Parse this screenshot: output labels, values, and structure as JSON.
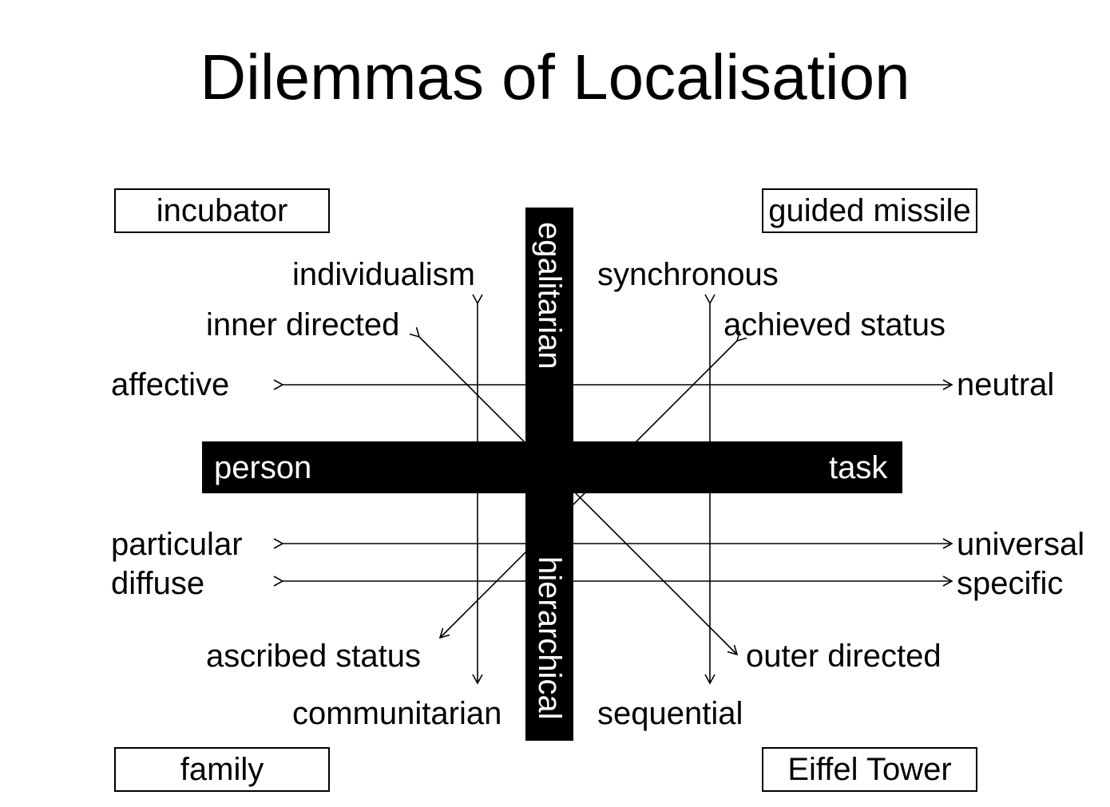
{
  "title": "Dilemmas of Localisation",
  "corners": {
    "top_left": "incubator",
    "top_right": "guided missile",
    "bottom_left": "family",
    "bottom_right": "Eiffel Tower"
  },
  "axes": {
    "horizontal_left": "person",
    "horizontal_right": "task",
    "vertical_top": "egalitarian",
    "vertical_bottom": "hierarchical"
  },
  "dimensions": {
    "individualism": "individualism",
    "communitarian": "communitarian",
    "synchronous": "synchronous",
    "sequential": "sequential",
    "inner_directed": "inner directed",
    "outer_directed": "outer directed",
    "achieved_status": "achieved status",
    "ascribed_status": "ascribed status",
    "affective": "affective",
    "neutral": "neutral",
    "particular": "particular",
    "universal": "universal",
    "diffuse": "diffuse",
    "specific": "specific"
  }
}
